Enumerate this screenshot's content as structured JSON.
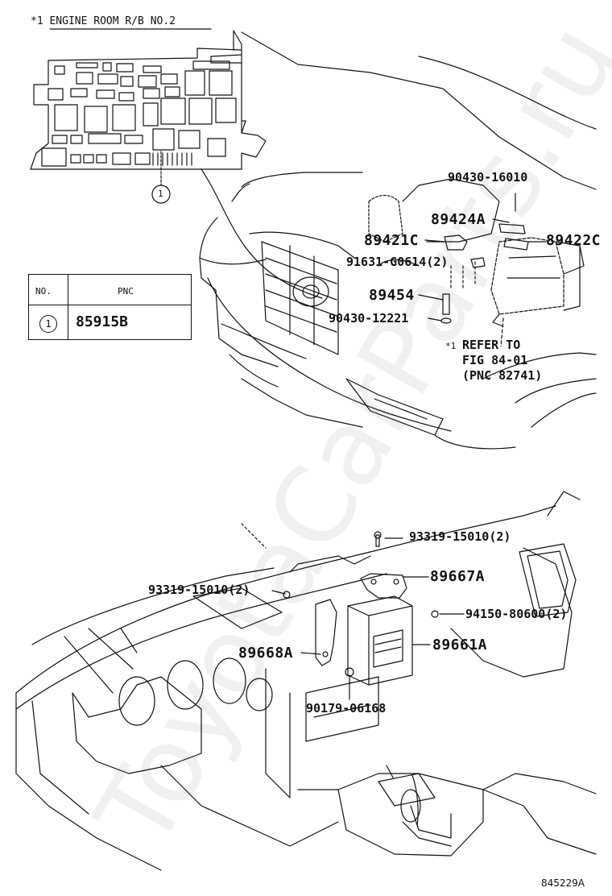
{
  "header": {
    "star_note": "*1 ENGINE ROOM R/B NO.2"
  },
  "relay_box": {
    "callout": "1"
  },
  "table": {
    "col_no": "NO.",
    "col_pnc": "PNC",
    "row": {
      "no": "1",
      "pnc": "85915B"
    }
  },
  "parts": {
    "p1": "90430-16010",
    "p2": "89424A",
    "p3": "89421C",
    "p4": "89422C",
    "p5": "91631-G0614(2)",
    "p6": "89454",
    "p7": "90430-12221",
    "p8": "93319-15010(2)",
    "p9": "89667A",
    "p10": "93319-15010(2)",
    "p11": "94150-80600(2)",
    "p12": "89668A",
    "p13": "89661A",
    "p14": "90179-06168"
  },
  "refer": {
    "star": "*1",
    "line1": "REFER TO",
    "line2": "FIG 84-01",
    "line3": "(PNC 82741)"
  },
  "footer": {
    "fig_code": "845229A"
  },
  "watermark": "ToyotaCarParts.ru"
}
